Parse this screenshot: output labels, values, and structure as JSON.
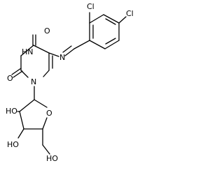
{
  "molecule": {
    "atom_labels": {
      "cl_ortho": "Cl",
      "cl_para": "Cl",
      "imine_n": "N",
      "c4_oxygen": "O",
      "n3_h": "HN",
      "c2_oxygen": "O",
      "n1": "N",
      "ring_oxygen": "O",
      "hydroxyl_2": "HO",
      "hydroxyl_3": "HO",
      "hydroxyl_5": "HO"
    }
  }
}
